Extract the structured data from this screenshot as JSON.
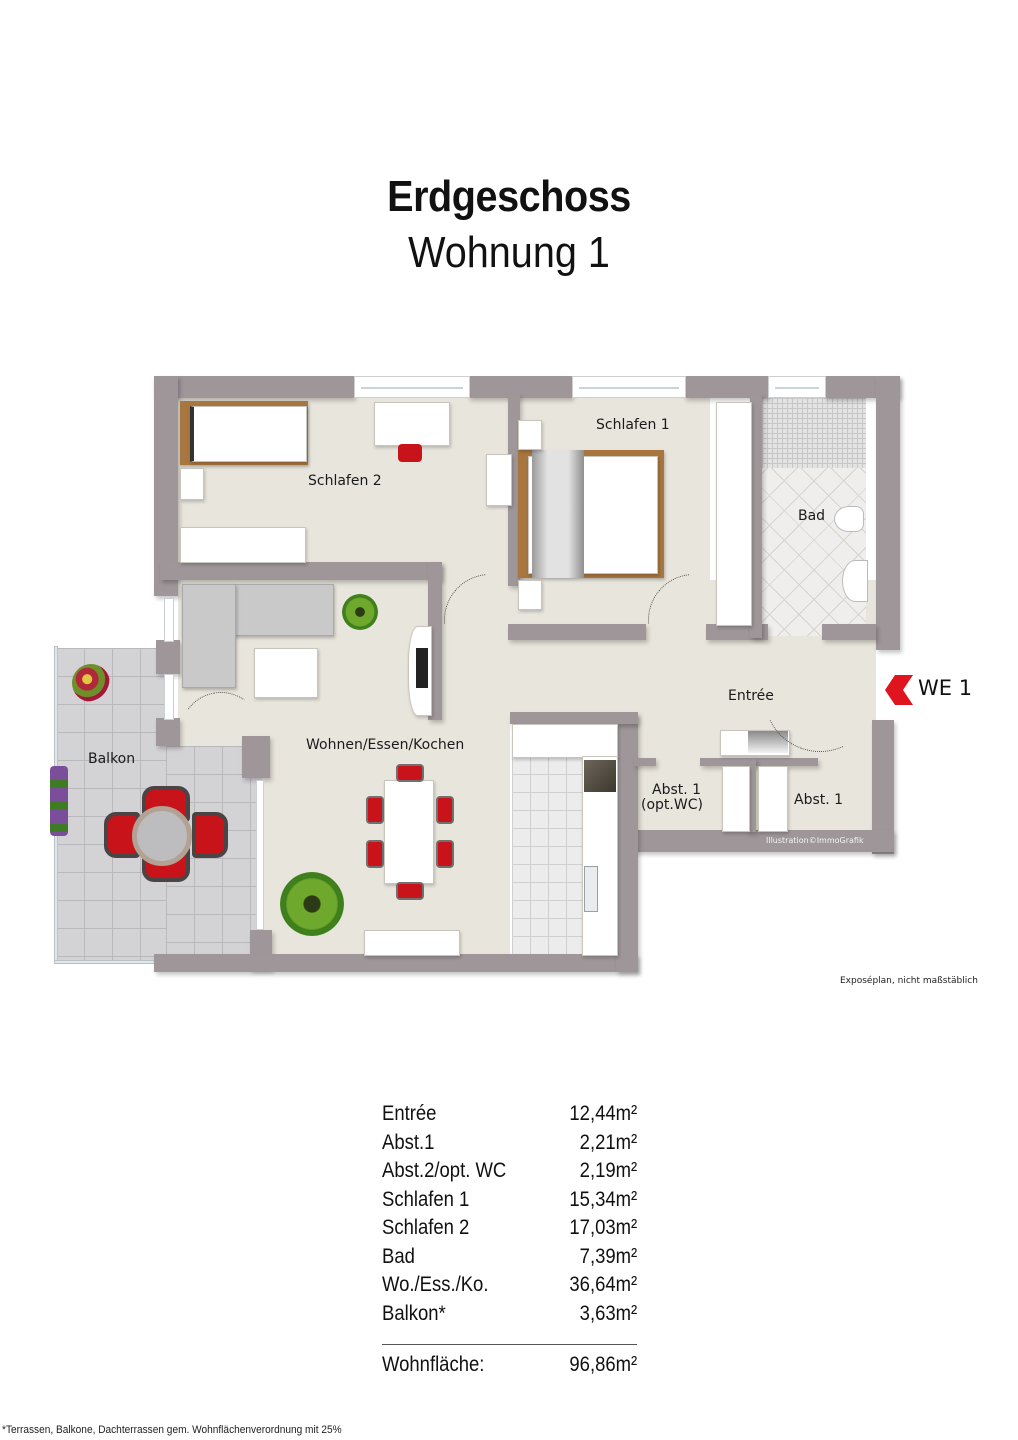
{
  "header": {
    "title": "Erdgeschoss",
    "subtitle": "Wohnung 1"
  },
  "floorplan": {
    "rooms": {
      "schlafen2": "Schlafen 2",
      "schlafen1": "Schlafen 1",
      "bad": "Bad",
      "wohnen": "Wohnen/Essen/Kochen",
      "balkon": "Balkon",
      "entree": "Entrée",
      "abst1_wc_line1": "Abst. 1",
      "abst1_wc_line2": "(opt.WC)",
      "abst1": "Abst. 1"
    },
    "entrance_marker": {
      "label": "WE 1",
      "color": "#e0141e"
    },
    "credit": "Illustration©ImmoGrafik",
    "scale_note": "Exposéplan, nicht maßstäblich",
    "colors": {
      "wall": "#9e9699",
      "floor": "#e8e5dc",
      "accent_red": "#c8131b"
    }
  },
  "area_table": {
    "rows": [
      {
        "room": "Entrée",
        "area": "12,44m²"
      },
      {
        "room": "Abst.1",
        "area": "2,21m²"
      },
      {
        "room": "Abst.2/opt. WC",
        "area": "2,19m²"
      },
      {
        "room": "Schlafen 1",
        "area": "15,34m²"
      },
      {
        "room": "Schlafen 2",
        "area": "17,03m²"
      },
      {
        "room": "Bad",
        "area": "7,39m²"
      },
      {
        "room": "Wo./Ess./Ko.",
        "area": "36,64m²"
      },
      {
        "room": "Balkon*",
        "area": "3,63m²"
      }
    ],
    "total": {
      "label": "Wohnfläche:",
      "area": "96,86m²"
    }
  },
  "footnote": "*Terrassen, Balkone, Dachterrassen gem. Wohnflächenverordnung mit 25%"
}
